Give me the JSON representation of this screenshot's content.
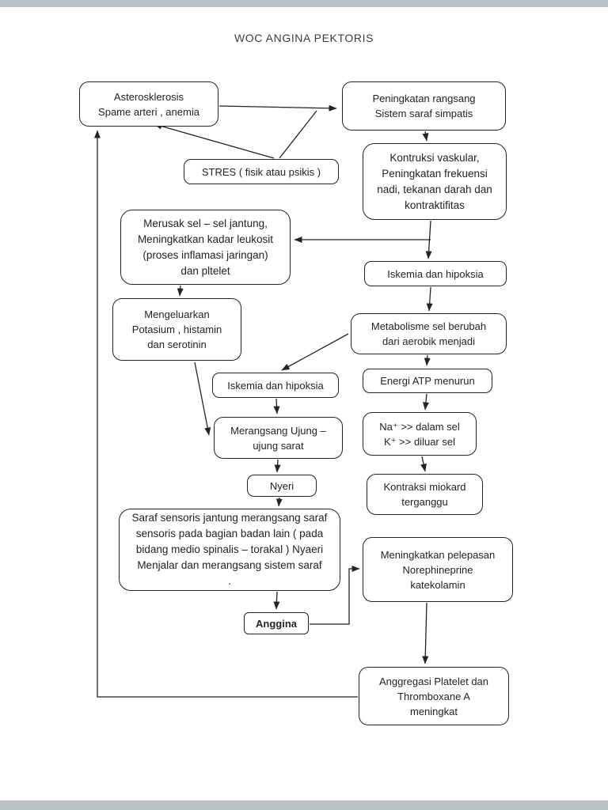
{
  "page": {
    "title": "WOC ANGINA PEKTORIS"
  },
  "colors": {
    "border": "#232323",
    "text": "#232323",
    "page_bg": "#ffffff",
    "chrome_bg": "#b9c2c7"
  },
  "boxes": {
    "asterosklerosis": {
      "lines": [
        "Asterosklerosis",
        "Spame arteri , anemia"
      ]
    },
    "peningkatan_rangsang": {
      "lines": [
        "Peningkatan rangsang",
        "Sistem saraf simpatis"
      ]
    },
    "stres": {
      "lines": [
        "STRES ( fisik atau psikis )"
      ]
    },
    "kontruksi_vaskular": {
      "lines": [
        "Kontruksi vaskular,",
        "Peningkatan frekuensi",
        "nadi, tekanan darah dan",
        "kontraktifitas"
      ]
    },
    "merusak_sel": {
      "lines": [
        "Merusak sel – sel jantung,",
        "Meningkatkan kadar leukosit",
        "(proses inflamasi jaringan)",
        "dan pltelet"
      ]
    },
    "iskemia_hipoksia_kanan": {
      "lines": [
        "Iskemia dan hipoksia"
      ]
    },
    "mengeluarkan_potasium": {
      "lines": [
        "Mengeluarkan",
        "Potasium , histamin",
        "dan serotinin"
      ]
    },
    "metabolisme_sel": {
      "lines": [
        "Metabolisme sel berubah",
        "dari aerobik menjadi"
      ]
    },
    "iskemia_hipoksia_tengah": {
      "lines": [
        "Iskemia dan hipoksia"
      ]
    },
    "energi_atp": {
      "lines": [
        "Energi ATP menurun"
      ]
    },
    "merangsang_ujung": {
      "lines": [
        "Merangsang Ujung –",
        "ujung sarat"
      ]
    },
    "natrium_kalium": {
      "lines": [
        "Na⁺ >> dalam sel",
        "K⁺ >> diluar sel"
      ]
    },
    "nyeri": {
      "lines": [
        "Nyeri"
      ]
    },
    "kontraksi_miokard": {
      "lines": [
        "Kontraksi miokard",
        "terganggu"
      ]
    },
    "saraf_sensoris": {
      "lines": [
        "Saraf sensoris jantung merangsang saraf",
        "sensoris pada bagian badan lain ( pada",
        "bidang medio spinalis – torakal ) Nyaeri",
        "Menjalar dan merangsang sistem saraf",
        "."
      ]
    },
    "meningkatkan_pelepasan": {
      "lines": [
        "Meningkatkan pelepasan",
        "Norephineprine",
        "katekolamin"
      ]
    },
    "anggina": {
      "lines": [
        "Anggina"
      ]
    },
    "anggregasi_platelet": {
      "lines": [
        "Anggregasi Platelet dan",
        "Thromboxane A",
        "meningkat"
      ]
    }
  }
}
